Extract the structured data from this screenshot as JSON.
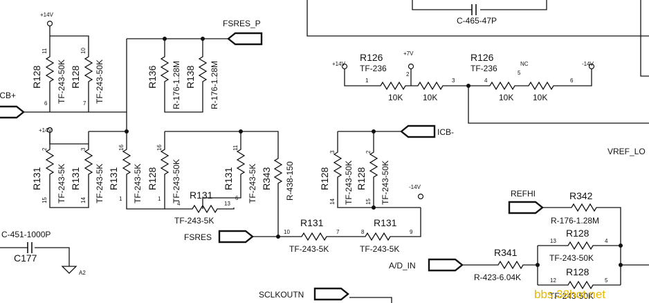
{
  "ports": {
    "fsres_p": "FSRES_P",
    "icb_plus": "ICB+",
    "icb_minus": "ICB-",
    "fsres": "FSRES",
    "refhi": "REFHI",
    "ad_in": "A/D_IN",
    "sclkoutn": "SCLKOUTN",
    "vref_lo": "VREF_LO"
  },
  "rails": {
    "p14v": "+14V",
    "p7v": "+7V",
    "m14v": "-14V",
    "nc": "NC",
    "a2": "A2"
  },
  "refs": {
    "r128": "R128",
    "r136": "R136",
    "r138": "R138",
    "r131": "R131",
    "r343": "R343",
    "r126": "R126",
    "r342": "R342",
    "r341": "R341",
    "c177": "C177"
  },
  "values": {
    "tf243_50k": "TF-243-50K",
    "tf243_5k": "TF-243-5K",
    "r176": "R-176-1.28M",
    "r438": "R-438-150",
    "tf236": "TF-236",
    "k10": "10K",
    "r423": "R-423-6.04K",
    "c451": "C-451-1000P",
    "c465": "C-465-47P"
  },
  "pins": {
    "p1": "1",
    "p2": "2",
    "p3": "3",
    "p4": "4",
    "p5": "5",
    "p6": "6",
    "p7": "7",
    "p8": "8",
    "p9": "9",
    "p10": "10",
    "p11": "11",
    "p12": "12",
    "p13": "13",
    "p14": "14",
    "p15": "15",
    "p16": "16"
  },
  "watermark": "bbs.38hot.net"
}
